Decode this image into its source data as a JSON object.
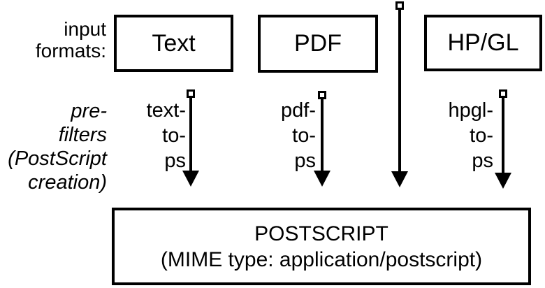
{
  "diagram": {
    "row_labels": {
      "input_formats": "input\nformats:",
      "prefilters": "pre-\nfilters\n(PostScript\ncreation)"
    },
    "input_boxes": [
      {
        "label": "Text"
      },
      {
        "label": "PDF"
      },
      {
        "label": "HP/GL"
      }
    ],
    "filters": [
      {
        "label": "text-\nto-\nps"
      },
      {
        "label": "pdf-\nto-\nps"
      },
      {
        "label": "hpgl-\nto-\nps"
      }
    ],
    "arrows": [
      {
        "name": "text-to-ps arrow"
      },
      {
        "name": "pdf-to-ps arrow"
      },
      {
        "name": "direct postscript arrow"
      },
      {
        "name": "hpgl-to-ps arrow"
      }
    ],
    "output_box": {
      "title": "POSTSCRIPT",
      "subtitle": "(MIME type: application/postscript)"
    },
    "colors": {
      "ink": "#000000",
      "background": "#ffffff"
    }
  }
}
